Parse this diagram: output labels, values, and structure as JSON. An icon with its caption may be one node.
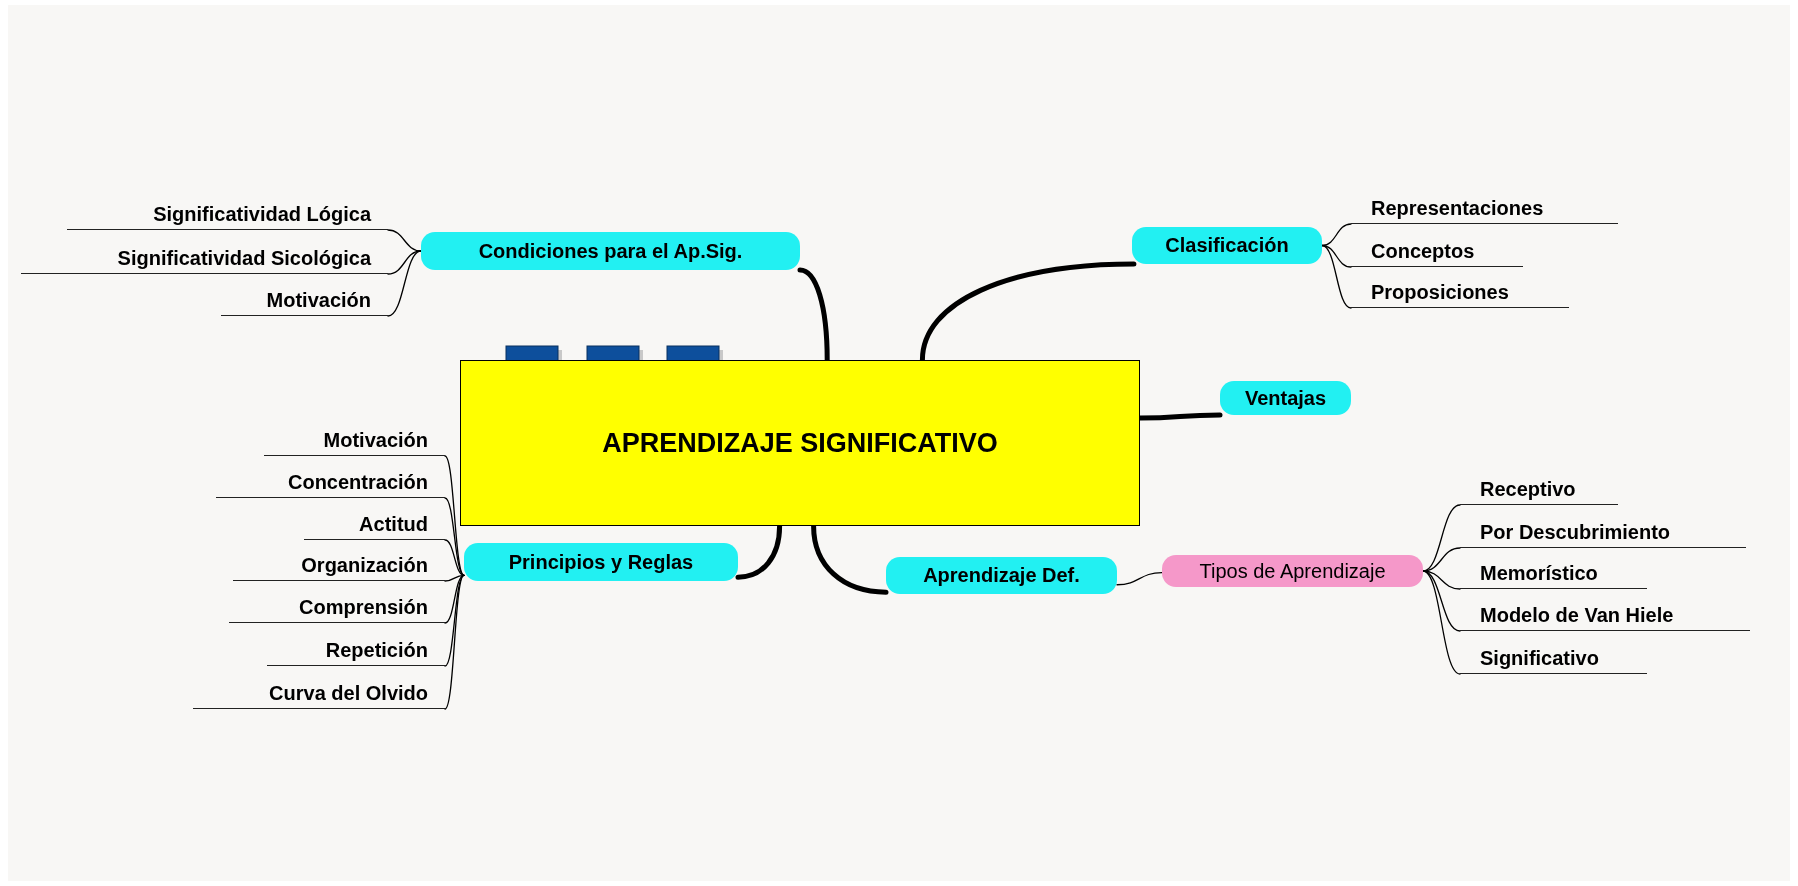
{
  "diagram": {
    "nodes": [
      {
        "text": [
          "APRENDIZAJE SIGNIFICATIVO"
        ]
      },
      {
        "text": [
          "Condiciones para el Ap.Sig."
        ]
      },
      {
        "text": [
          "Significatividad Lógica"
        ]
      },
      {
        "text": [
          "Significatividad Sicológica"
        ]
      },
      {
        "text": [
          "Motivación"
        ]
      },
      {
        "text": [
          "Clasificación"
        ]
      },
      {
        "text": [
          "Representaciones"
        ]
      },
      {
        "text": [
          "Conceptos"
        ]
      },
      {
        "text": [
          "Proposiciones"
        ]
      },
      {
        "text": [
          "Ventajas"
        ]
      },
      {
        "text": [
          "Principios y Reglas"
        ]
      },
      {
        "text": [
          "Motivación"
        ]
      },
      {
        "text": [
          "Concentración"
        ]
      },
      {
        "text": [
          "Actitud"
        ]
      },
      {
        "text": [
          "Organización"
        ]
      },
      {
        "text": [
          "Comprensión"
        ]
      },
      {
        "text": [
          "Repetición"
        ]
      },
      {
        "text": [
          "Curva del Olvido"
        ]
      },
      {
        "text": [
          "Aprendizaje Def."
        ]
      },
      {
        "text": [
          "Tipos de Aprendizaje"
        ]
      },
      {
        "text": [
          "Receptivo"
        ]
      },
      {
        "text": [
          "Por Descubrimiento"
        ]
      },
      {
        "text": [
          "Memorístico"
        ]
      },
      {
        "text": [
          "Modelo de Van Hiele"
        ]
      },
      {
        "text": [
          "Significativo"
        ]
      }
    ],
    "edges": [
      {
        "from": 0,
        "to": 1,
        "arrow": "none",
        "style": "thick"
      },
      {
        "from": 1,
        "to": 2,
        "arrow": "none"
      },
      {
        "from": 1,
        "to": 3,
        "arrow": "none"
      },
      {
        "from": 1,
        "to": 4,
        "arrow": "none"
      },
      {
        "from": 0,
        "to": 5,
        "arrow": "none",
        "style": "thick"
      },
      {
        "from": 5,
        "to": 6,
        "arrow": "none"
      },
      {
        "from": 5,
        "to": 7,
        "arrow": "none"
      },
      {
        "from": 5,
        "to": 8,
        "arrow": "none"
      },
      {
        "from": 0,
        "to": 9,
        "arrow": "none",
        "style": "thick"
      },
      {
        "from": 0,
        "to": 10,
        "arrow": "none",
        "style": "thick"
      },
      {
        "from": 10,
        "to": 11,
        "arrow": "none"
      },
      {
        "from": 10,
        "to": 12,
        "arrow": "none"
      },
      {
        "from": 10,
        "to": 13,
        "arrow": "none"
      },
      {
        "from": 10,
        "to": 14,
        "arrow": "none"
      },
      {
        "from": 10,
        "to": 15,
        "arrow": "none"
      },
      {
        "from": 10,
        "to": 16,
        "arrow": "none"
      },
      {
        "from": 10,
        "to": 17,
        "arrow": "none"
      },
      {
        "from": 0,
        "to": 18,
        "arrow": "none",
        "style": "thick"
      },
      {
        "from": 18,
        "to": 19,
        "arrow": "none"
      },
      {
        "from": 19,
        "to": 20,
        "arrow": "none"
      },
      {
        "from": 19,
        "to": 21,
        "arrow": "none"
      },
      {
        "from": 19,
        "to": 22,
        "arrow": "none"
      },
      {
        "from": 19,
        "to": 23,
        "arrow": "none"
      },
      {
        "from": 19,
        "to": 24,
        "arrow": "none"
      }
    ]
  }
}
